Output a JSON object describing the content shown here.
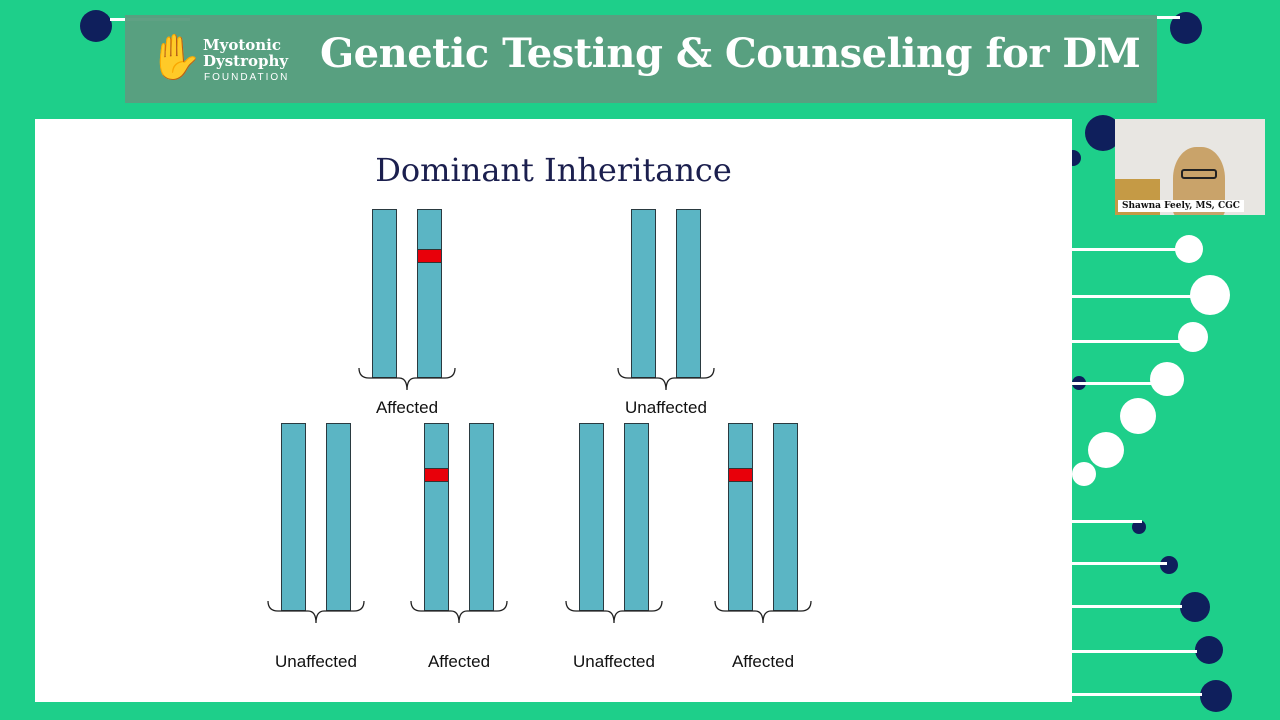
{
  "header": {
    "logo_line1": "Myotonic",
    "logo_line2": "Dystrophy",
    "logo_line3": "FOUNDATION",
    "title": "Genetic Testing & Counseling for DM"
  },
  "slide": {
    "title": "Dominant Inheritance",
    "parents": [
      {
        "label": "Affected",
        "mutated": true
      },
      {
        "label": "Unaffected",
        "mutated": false
      }
    ],
    "children": [
      {
        "label": "Unaffected",
        "mutated": false
      },
      {
        "label": "Affected",
        "mutated": true
      },
      {
        "label": "Unaffected",
        "mutated": false
      },
      {
        "label": "Affected",
        "mutated": true
      }
    ]
  },
  "video": {
    "speaker_name": "Shawna Feely, MS, CGC"
  },
  "colors": {
    "background": "#1ecf8a",
    "chromosome": "#5bb5c4",
    "mutation": "#e8000a",
    "title": "#1b1f4e"
  }
}
